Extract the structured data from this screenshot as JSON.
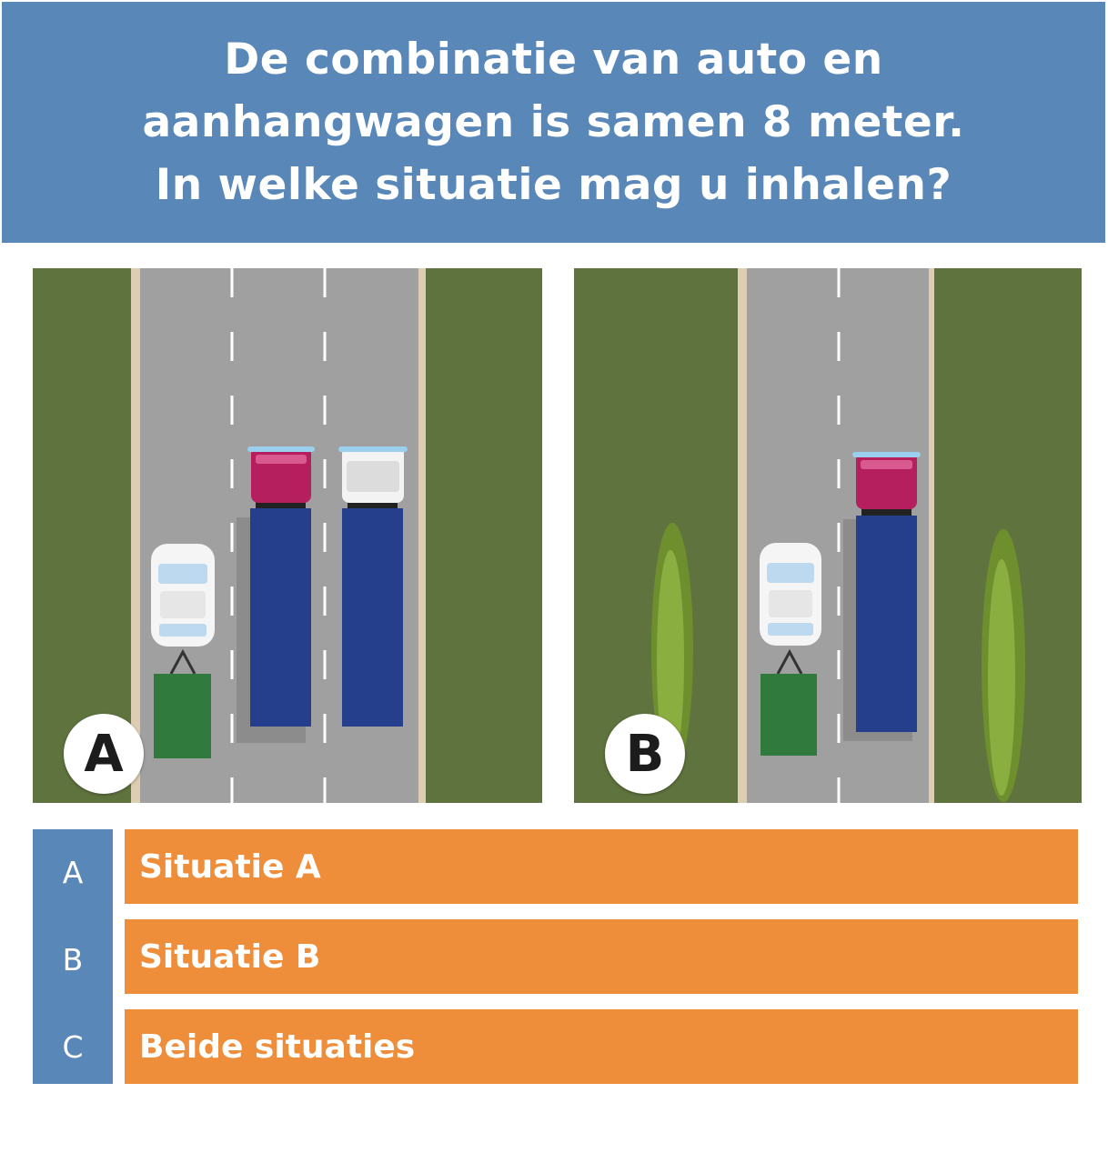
{
  "question": {
    "lines": [
      "De combinatie van auto en",
      "aanhangwagen is samen 8 meter.",
      "In welke situatie mag u inhalen?"
    ]
  },
  "scenes": [
    {
      "label": "A"
    },
    {
      "label": "B"
    }
  ],
  "answers": [
    {
      "letter": "A",
      "text": "Situatie A"
    },
    {
      "letter": "B",
      "text": "Situatie B"
    },
    {
      "letter": "C",
      "text": "Beide situaties"
    }
  ],
  "colors": {
    "header": "#5887b8",
    "option": "#ef8e3a",
    "grass": "#5f733e",
    "road": "#a0a0a0",
    "truck_trailer": "#263f8c",
    "truck_cab_red": "#b51f5e",
    "trailer_green": "#2f7a3c"
  },
  "icons": {
    "car": "car-icon",
    "truck": "truck-icon",
    "trailer": "trailer-icon",
    "tree": "tree-icon"
  }
}
